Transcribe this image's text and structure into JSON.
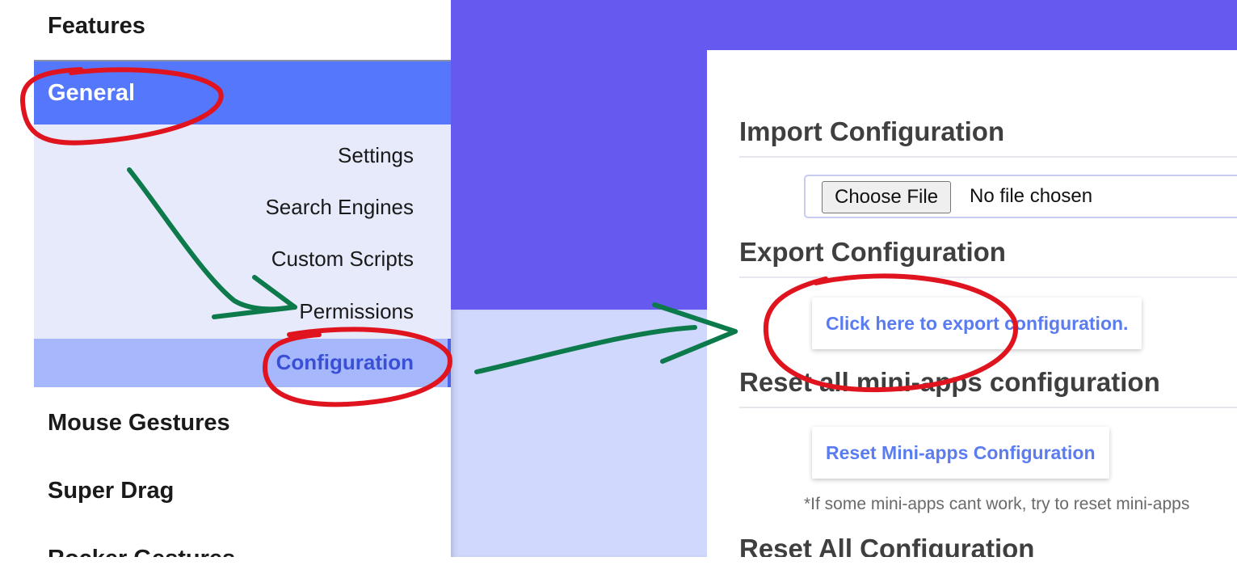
{
  "sidebar": {
    "features_label": "Features",
    "general_label": "General",
    "sub_items": [
      "Settings",
      "Search Engines",
      "Custom Scripts",
      "Permissions"
    ],
    "active_item": "Configuration",
    "sections_below": [
      "Mouse Gestures",
      "Super Drag",
      "Rocker Gestures"
    ]
  },
  "content": {
    "import": {
      "title": "Import Configuration",
      "choose_file_label": "Choose File",
      "file_status": "No file chosen"
    },
    "export": {
      "title": "Export Configuration",
      "button_label": "Click here to export configuration."
    },
    "reset_miniapps": {
      "title": "Reset all mini-apps configuration",
      "button_label": "Reset Mini-apps Configuration",
      "hint": "*If some mini-apps cant work, try to reset mini-apps"
    },
    "reset_all": {
      "title": "Reset All Configuration"
    }
  },
  "colors": {
    "purple_header": "#6559f0",
    "general_blue": "#5577fb",
    "subnav_bg": "#e7eafb",
    "active_bg": "#a6b8fb",
    "link_blue": "#5a7cf0",
    "annotation_red": "#e0141f",
    "annotation_green": "#0d7a4b"
  }
}
